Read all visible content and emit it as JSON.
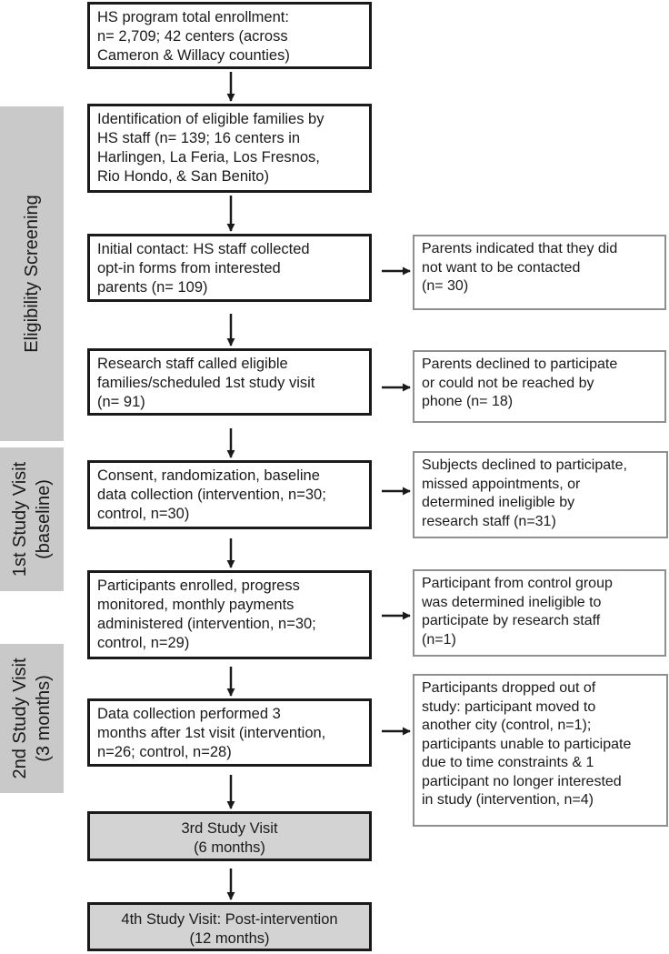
{
  "side_labels": {
    "eligibility": [
      "Eligibility Screening"
    ],
    "first_visit": [
      "1st  Study Visit",
      "(baseline)"
    ],
    "second_visit": [
      "2nd  Study Visit",
      "(3 months)"
    ]
  },
  "steps": {
    "enrollment": [
      "HS program total enrollment:",
      "n= 2,709; 42 centers (across",
      "Cameron & Willacy counties)"
    ],
    "identification": [
      "Identification of eligible families by",
      "HS staff (n= 139; 16 centers in",
      "Harlingen, La Feria, Los Fresnos,",
      "Rio Hondo, & San Benito)"
    ],
    "initial_contact": [
      "Initial contact: HS staff collected",
      "opt-in forms from interested",
      "parents (n= 109)"
    ],
    "research_call": [
      "Research staff called eligible",
      "families/scheduled 1st study visit",
      "(n= 91)"
    ],
    "consent": [
      "Consent, randomization, baseline",
      "data collection (intervention, n=30;",
      "control, n=30)"
    ],
    "enrolled": [
      "Participants enrolled, progress",
      "monitored, monthly payments",
      "administered (intervention, n=30;",
      "control, n=29)"
    ],
    "data_collection": [
      "Data collection performed 3",
      "months after 1st visit (intervention,",
      "n=26; control, n=28)"
    ],
    "third_visit": [
      "3rd Study Visit",
      "(6 months)"
    ],
    "fourth_visit": [
      "4th Study Visit: Post-intervention",
      "(12 months)"
    ]
  },
  "exclusions": {
    "not_contacted": [
      "Parents indicated that they did",
      "not want to be contacted",
      "(n= 30)"
    ],
    "declined_phone": [
      "Parents declined to participate",
      "or could not be reached by",
      "phone (n= 18)"
    ],
    "declined_subjects": [
      "Subjects declined to participate,",
      "missed appointments, or",
      "determined ineligible by",
      "research staff (n=31)"
    ],
    "ineligible": [
      "Participant from control group",
      "was determined ineligible to",
      "participate by research staff",
      "(n=1)"
    ],
    "dropped": [
      "Participants dropped out of",
      "study: participant moved to",
      "another city (control, n=1);",
      "participants unable to participate",
      "due to time constraints & 1",
      "participant no longer interested",
      "in study (intervention, n=4)"
    ]
  },
  "colors": {
    "line": "#1a1a1a",
    "side_band": "#c9c9c9",
    "note_border": "#8f8f8f",
    "shaded_box": "#d3d3d3"
  }
}
